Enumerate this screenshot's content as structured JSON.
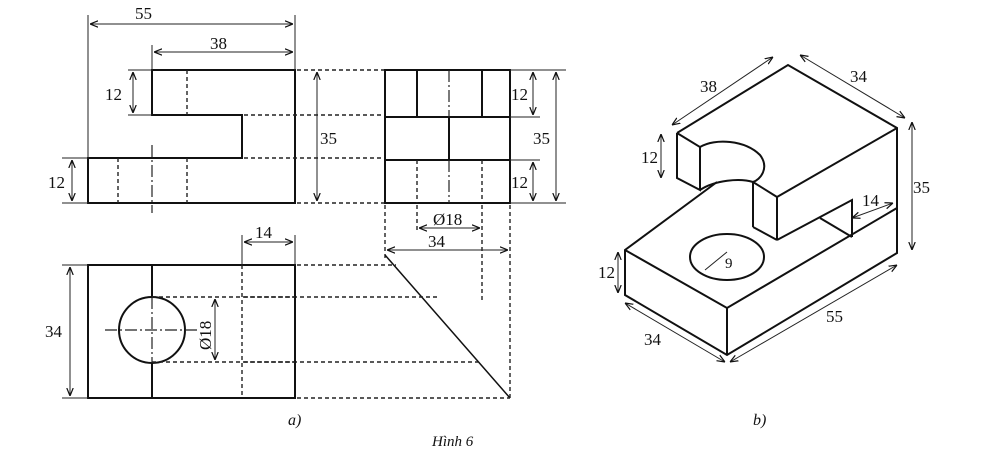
{
  "figure_title": "Hình 6",
  "view_a": {
    "label": "a)",
    "front": {
      "width": "55",
      "slot_len": "38",
      "top_h": "12",
      "bottom_h": "12",
      "height": "35"
    },
    "side": {
      "top_h": "12",
      "bottom_h": "12",
      "height": "35",
      "hole_dia": "Ø18",
      "depth": "34"
    },
    "top": {
      "depth": "34",
      "slot_w": "14",
      "hole_dia": "Ø18"
    }
  },
  "view_b": {
    "label": "b)",
    "len38": "38",
    "depth34_top": "34",
    "step12": "12",
    "height35": "35",
    "slot14": "14",
    "radius9": "9",
    "base12": "12",
    "depth34": "34",
    "len55": "55"
  }
}
